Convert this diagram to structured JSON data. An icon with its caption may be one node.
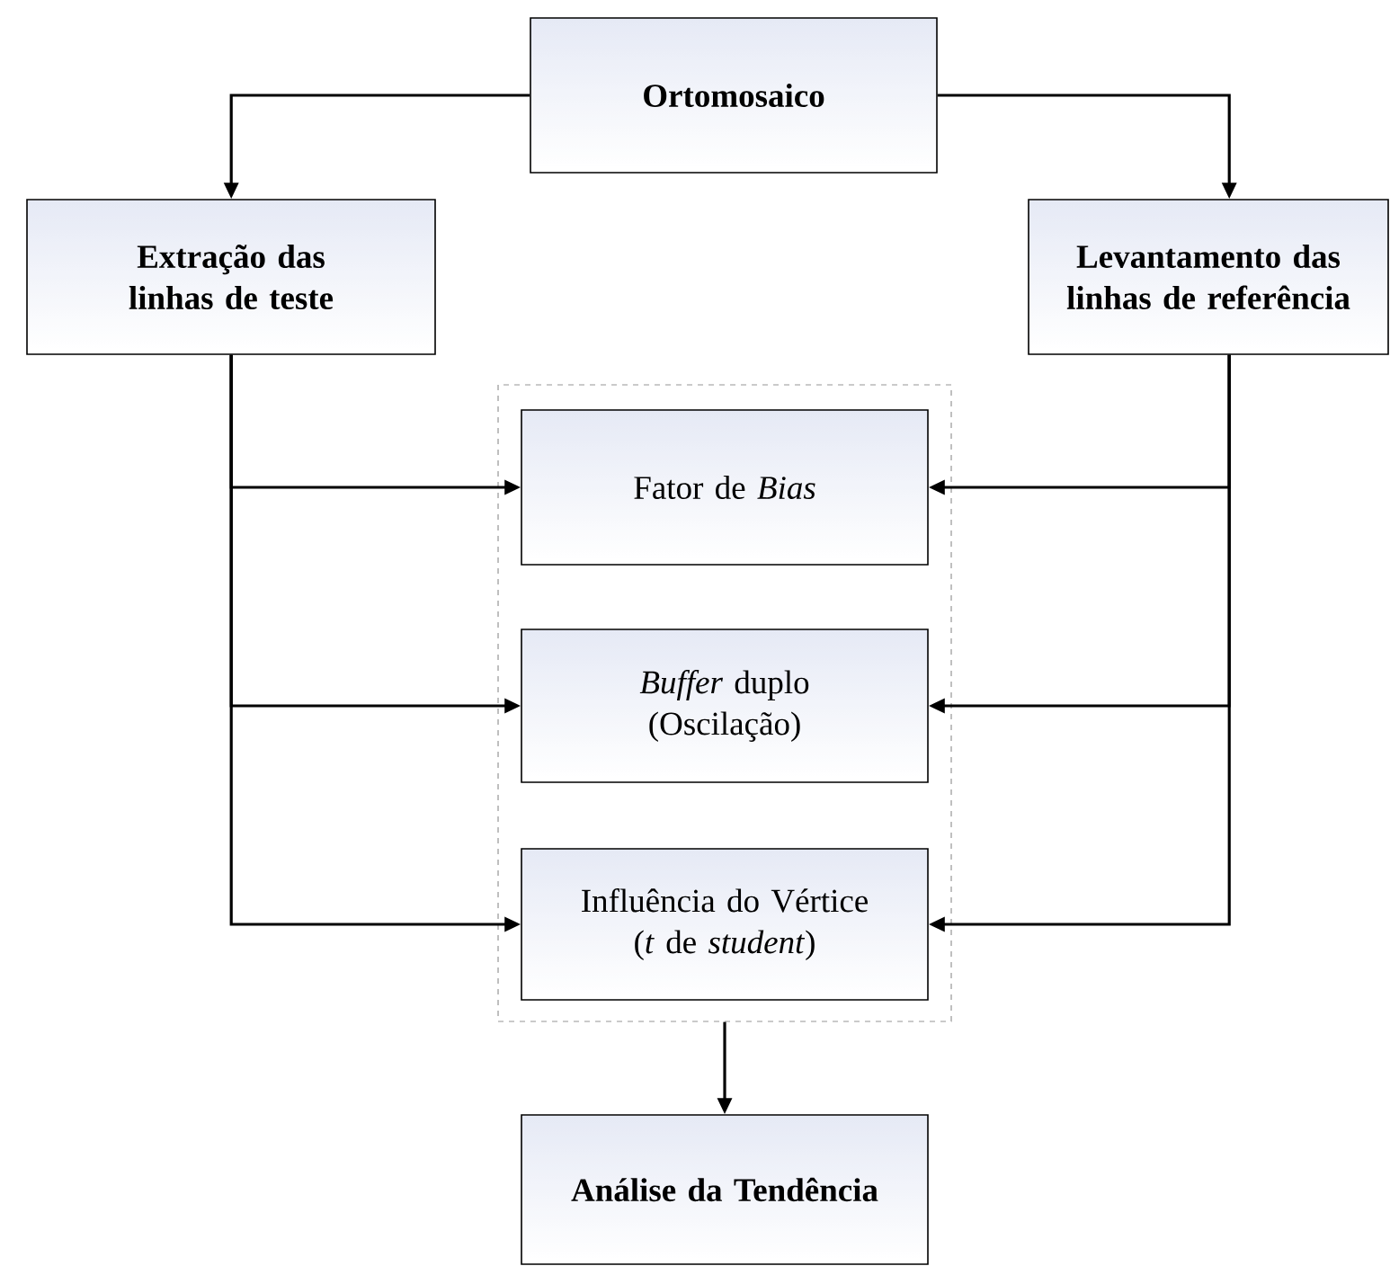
{
  "diagram": {
    "nodes": [
      {
        "text": [
          "Ortomosaico"
        ]
      },
      {
        "text": [
          "Extração das linhas de teste"
        ]
      },
      {
        "text": [
          "Levantamento das linhas de referência"
        ]
      },
      {
        "text": [],
        "shape": "box"
      },
      {
        "text": [
          "Fator de *Bias*"
        ],
        "in": 3
      },
      {
        "text": [
          "*Buffer* duplo (Oscilação)"
        ],
        "in": 3
      },
      {
        "text": [
          "Influência do Vértice (*t* de *student*)"
        ],
        "in": 3
      },
      {
        "text": [
          "Análise da Tendência"
        ]
      }
    ],
    "edges": [
      {
        "from": 0,
        "to": 1,
        "arrow": "to"
      },
      {
        "from": 0,
        "to": 2,
        "arrow": "to"
      },
      {
        "from": 1,
        "to": 4,
        "arrow": "to"
      },
      {
        "from": 1,
        "to": 5,
        "arrow": "to"
      },
      {
        "from": 1,
        "to": 6,
        "arrow": "to"
      },
      {
        "from": 2,
        "to": 4,
        "arrow": "to"
      },
      {
        "from": 2,
        "to": 5,
        "arrow": "to"
      },
      {
        "from": 2,
        "to": 6,
        "arrow": "to"
      },
      {
        "from": 3,
        "to": 7,
        "arrow": "to"
      }
    ]
  }
}
